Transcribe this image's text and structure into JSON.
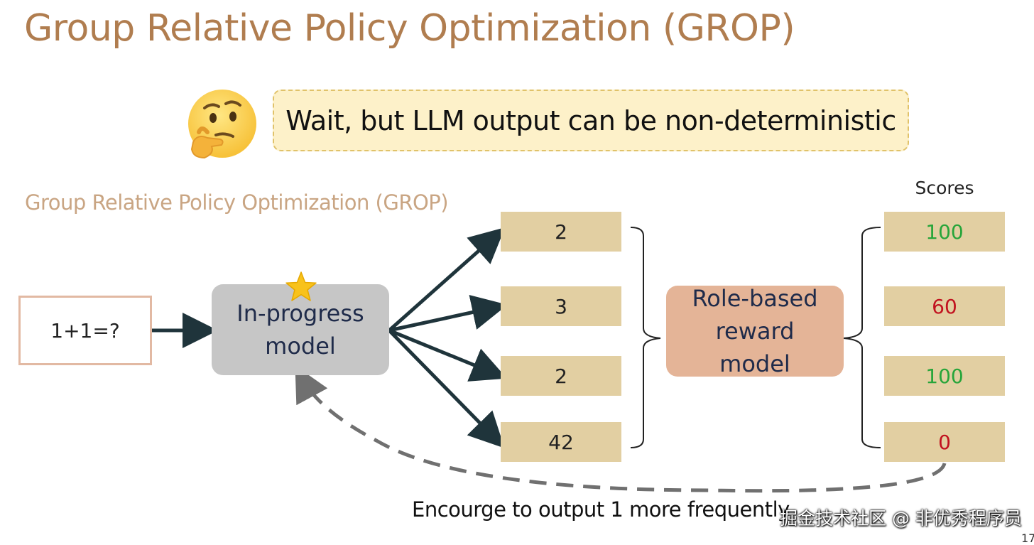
{
  "title": "Group Relative Policy Optimization (GROP)",
  "callout": "Wait, but LLM output can be non-deterministic",
  "subtitle": "Group Relative Policy Optimization (GROP)",
  "scores_header": "Scores",
  "prompt": "1+1=?",
  "policy_model": {
    "line1": "In-progress",
    "line2": "model"
  },
  "reward_model": {
    "line1": "Role-based",
    "line2": "reward",
    "line3": "model"
  },
  "outputs": [
    "2",
    "3",
    "2",
    "42"
  ],
  "scores": [
    {
      "value": "100",
      "status": "good"
    },
    {
      "value": "60",
      "status": "bad"
    },
    {
      "value": "100",
      "status": "good"
    },
    {
      "value": "0",
      "status": "bad"
    }
  ],
  "feedback": "Encourge to output 1 more frequently",
  "watermark": "掘金技术社区 @ 非优秀程序员",
  "page_number": "17",
  "icons": {
    "thinking_face": "thinking-face-icon",
    "star": "star-icon"
  },
  "colors": {
    "title": "#b07d4f",
    "callout_bg": "#fdf1c9",
    "output_box": "#e2cfa2",
    "policy_box": "#c6c6c6",
    "reward_box": "#e4b497",
    "good_score": "#27a53a",
    "bad_score": "#c1121f",
    "arrow": "#1f343b"
  }
}
